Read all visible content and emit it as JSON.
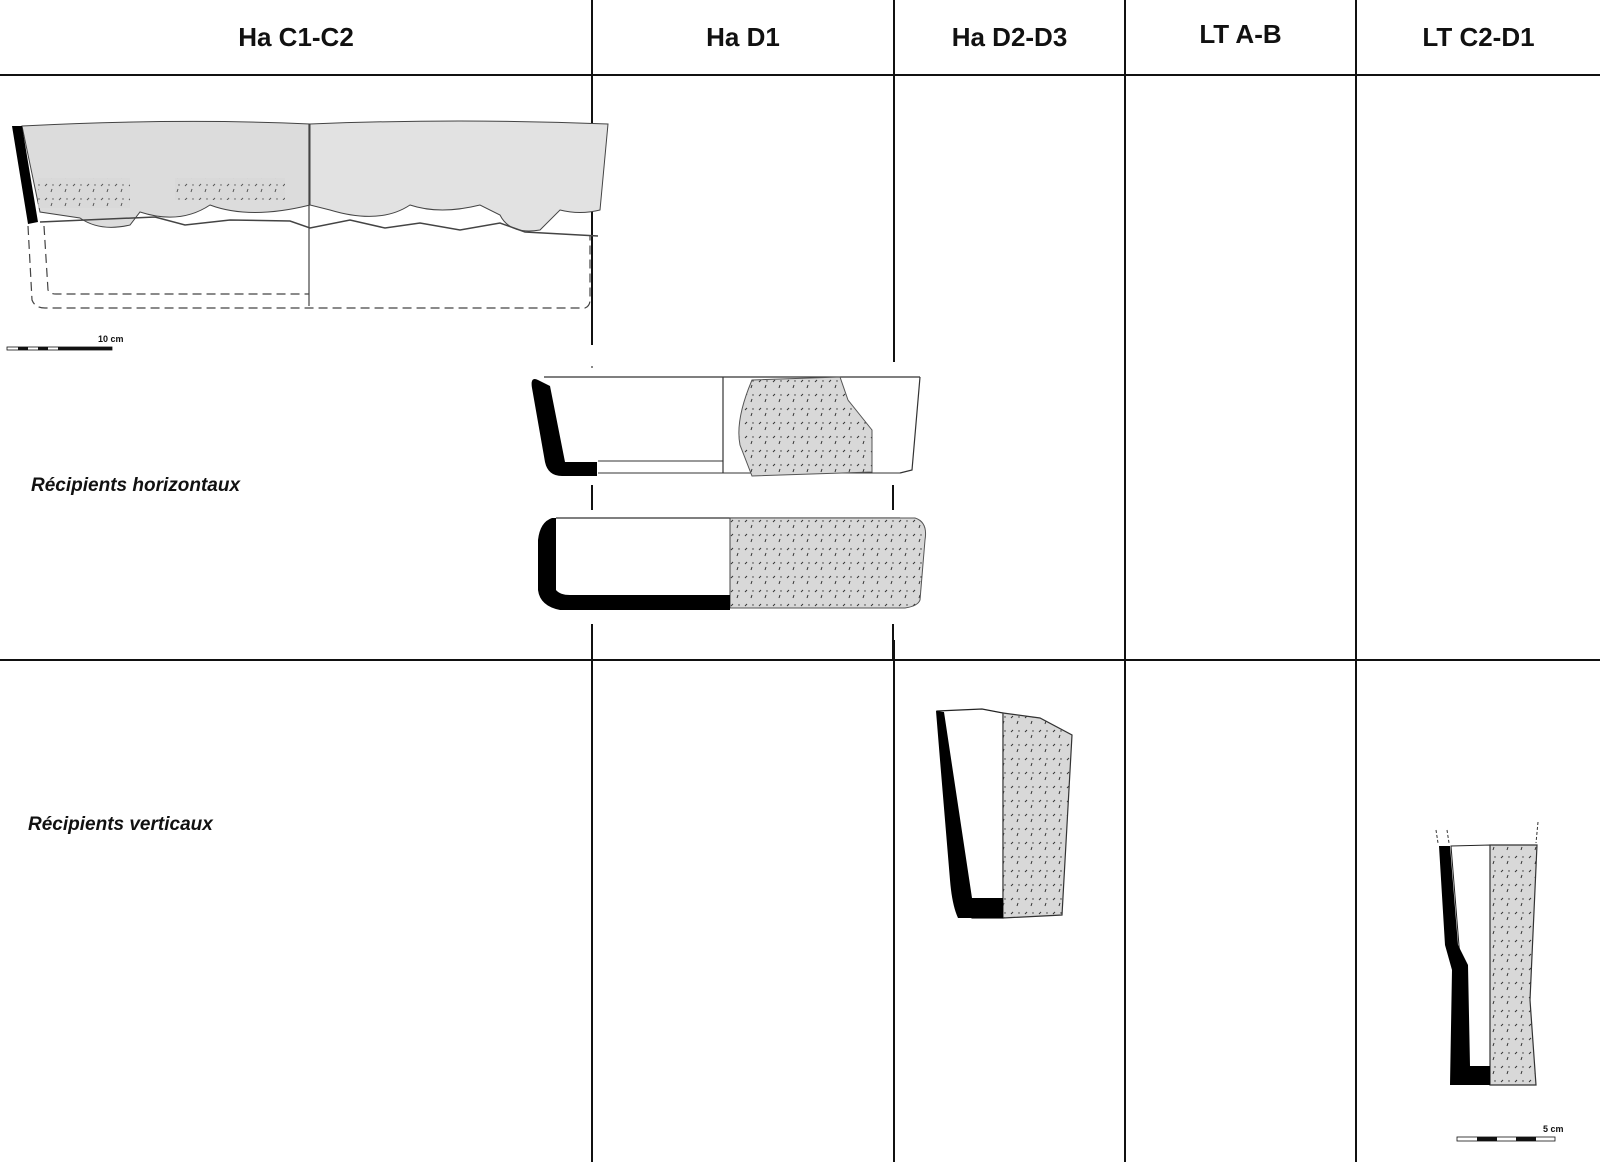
{
  "table": {
    "columns": [
      {
        "label": "Ha C1-C2"
      },
      {
        "label": "Ha D1"
      },
      {
        "label": "Ha D2-D3"
      },
      {
        "label": "LT A-B"
      },
      {
        "label": "LT C2-D1"
      }
    ],
    "rows": [
      {
        "label": "Récipients horizontaux"
      },
      {
        "label": "Récipients verticaux"
      }
    ]
  },
  "scale_bars": {
    "top_left": "10 cm",
    "bottom_right": "5 cm"
  },
  "colors": {
    "line": "#111111",
    "section_fill": "#000000",
    "surface_fill": "#d6d6d6"
  }
}
